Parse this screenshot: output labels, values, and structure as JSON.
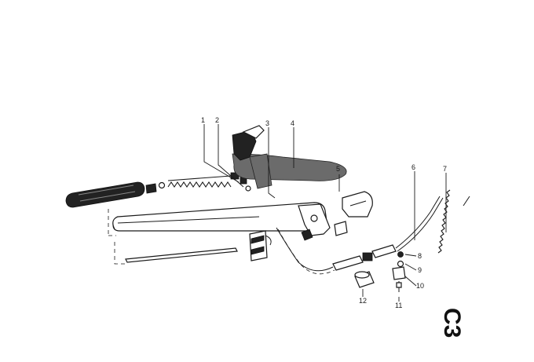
{
  "diagram": {
    "callouts": [
      {
        "id": "c1",
        "label": "1"
      },
      {
        "id": "c2",
        "label": "2"
      },
      {
        "id": "c3",
        "label": "3"
      },
      {
        "id": "c4",
        "label": "4"
      },
      {
        "id": "c5",
        "label": "5"
      },
      {
        "id": "c6",
        "label": "6"
      },
      {
        "id": "c7",
        "label": "7"
      },
      {
        "id": "c8",
        "label": "8"
      },
      {
        "id": "c9",
        "label": "9"
      },
      {
        "id": "c10",
        "label": "10"
      },
      {
        "id": "c11",
        "label": "11"
      },
      {
        "id": "c12",
        "label": "12"
      }
    ],
    "corner_mark": "C3"
  }
}
